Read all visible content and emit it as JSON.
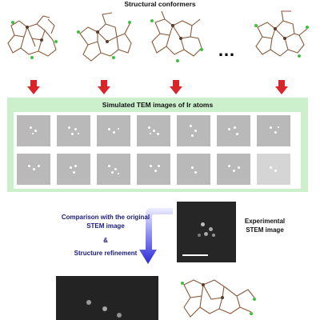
{
  "diagram": {
    "conformers_title": "Structural conformers",
    "ellipsis": "…",
    "tem_title": "Simulated TEM images of Ir atoms",
    "comparison_text": "Comparison with the original STEM image",
    "ampersand": "&",
    "refinement_text": "Structure refinement",
    "experimental_label": "Experimental STEM image",
    "colors": {
      "arrow_red": "#d9252a",
      "panel_green": "#ccefcc",
      "arrow_blue": "#2a2ad6",
      "text_blue": "#1a1a80",
      "molecule_brown": "#8a5a3a",
      "ir_green": "#3fbf3f"
    }
  }
}
